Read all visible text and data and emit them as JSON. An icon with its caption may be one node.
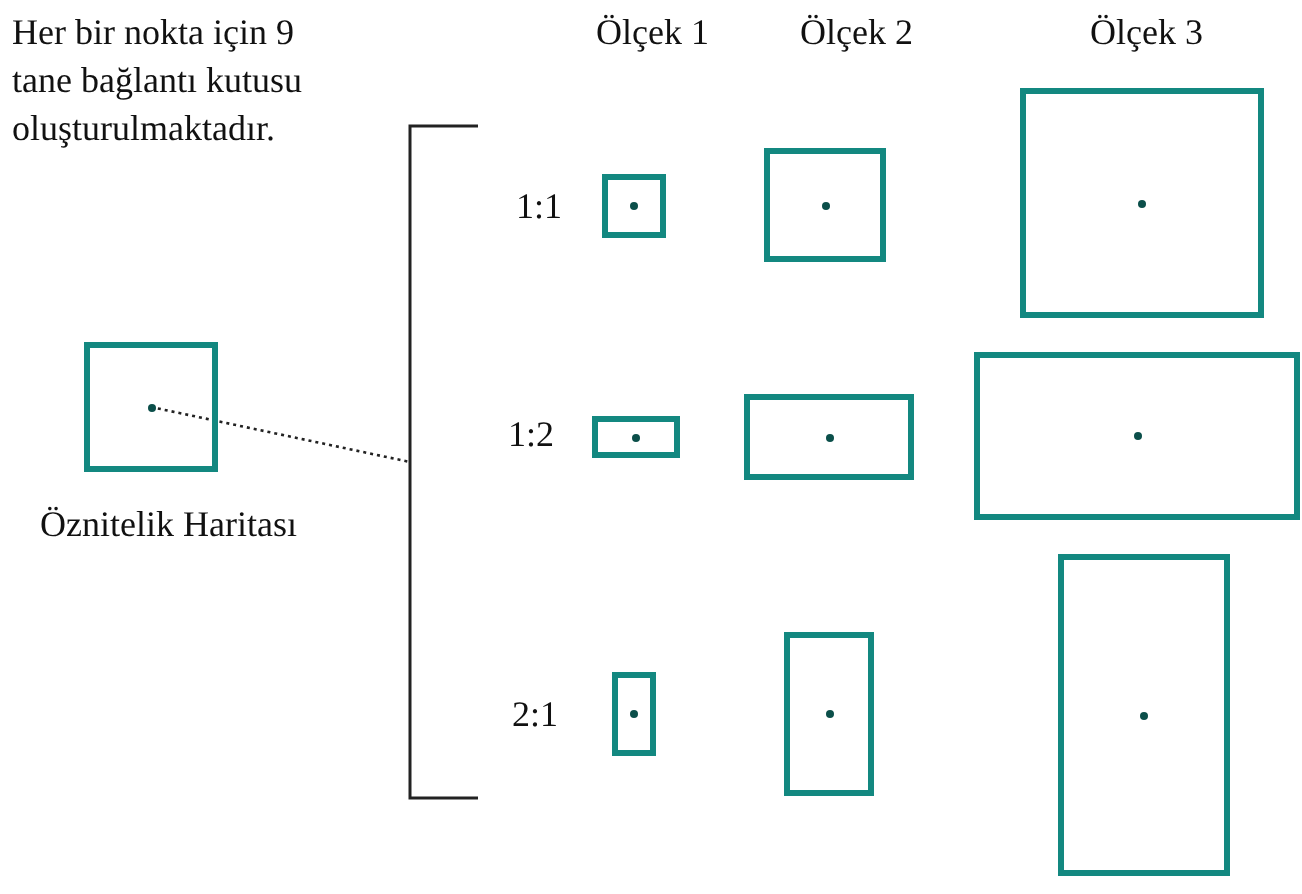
{
  "diagram": {
    "nodes": [
      {
        "text": [],
        "shape": "box",
        "beside": [
          "Öznitelik Haritası"
        ]
      },
      {
        "text": [],
        "shape": "box"
      },
      {
        "text": [],
        "shape": "box"
      },
      {
        "text": [],
        "shape": "box"
      },
      {
        "text": [],
        "shape": "box"
      },
      {
        "text": [],
        "shape": "box"
      },
      {
        "text": [],
        "shape": "box"
      },
      {
        "text": [],
        "shape": "box"
      },
      {
        "text": [],
        "shape": "box"
      },
      {
        "text": [],
        "shape": "box"
      },
      {
        "text": [],
        "shape": "bracket"
      }
    ],
    "edges": [
      {
        "from": 0,
        "to": 10,
        "arrow": "none",
        "style": "dashed"
      }
    ],
    "labels": [
      "Her bir nokta için 9 tane bağlantı kutusu oluşturulmaktadır.",
      "Ölçek 1",
      "Ölçek 2",
      "Ölçek 3",
      "1:1",
      "1:2",
      "2:1"
    ]
  }
}
